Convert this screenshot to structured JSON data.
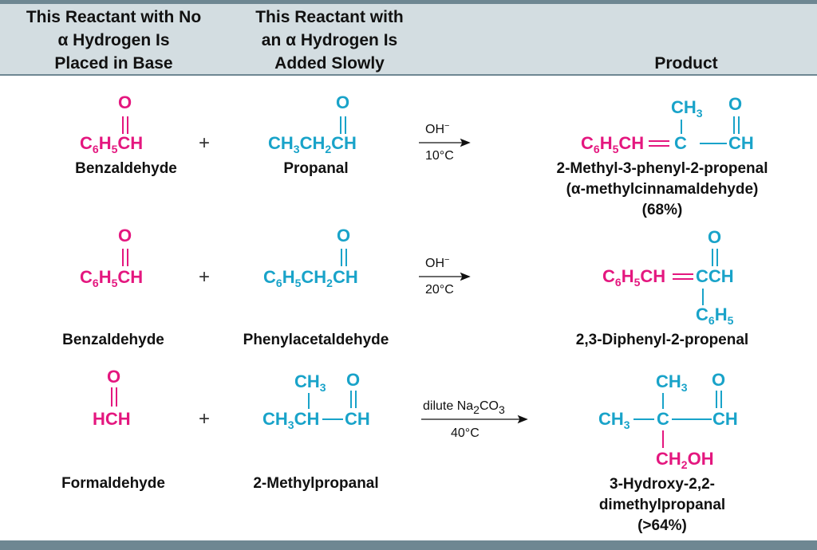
{
  "header": {
    "col1": [
      "This Reactant with No",
      "α Hydrogen Is",
      "Placed in Base"
    ],
    "col2": [
      "This Reactant with",
      "an α Hydrogen Is",
      "Added Slowly"
    ],
    "col3": "Product"
  },
  "rows": [
    {
      "reactant1": {
        "O": "O",
        "main": "C6H5CH",
        "name": "Benzaldehyde"
      },
      "reactant2": {
        "O": "O",
        "main": "CH3CH2CH",
        "name": "Propanal"
      },
      "plus": "+",
      "reagent": "OH−",
      "temp": "10°C",
      "product": {
        "name": [
          "2-Methyl-3-phenyl-2-propenal",
          "(α-methylcinnamaldehyde)",
          "(68%)"
        ]
      }
    },
    {
      "reactant1": {
        "O": "O",
        "main": "C6H5CH",
        "name": "Benzaldehyde"
      },
      "reactant2": {
        "O": "O",
        "main": "C6H5CH2CH",
        "name": "Phenylacetaldehyde"
      },
      "plus": "+",
      "reagent": "OH−",
      "temp": "20°C",
      "product": {
        "name": [
          "2,3-Diphenyl-2-propenal"
        ]
      }
    },
    {
      "reactant1": {
        "O": "O",
        "main": "HCH",
        "name": "Formaldehyde"
      },
      "reactant2": {
        "O": "O",
        "main": "CH3CH—CH",
        "name": "2-Methylpropanal"
      },
      "plus": "+",
      "reagent": "dilute Na2CO3",
      "temp": "40°C",
      "product": {
        "name": [
          "3-Hydroxy-2,2-",
          "dimethylpropanal",
          "(>64%)"
        ]
      }
    }
  ],
  "colors": {
    "reactant1": "#e4177f",
    "reactant2": "#19a3c9",
    "header_bg": "#d3dde1",
    "rule": "#6e8792"
  }
}
